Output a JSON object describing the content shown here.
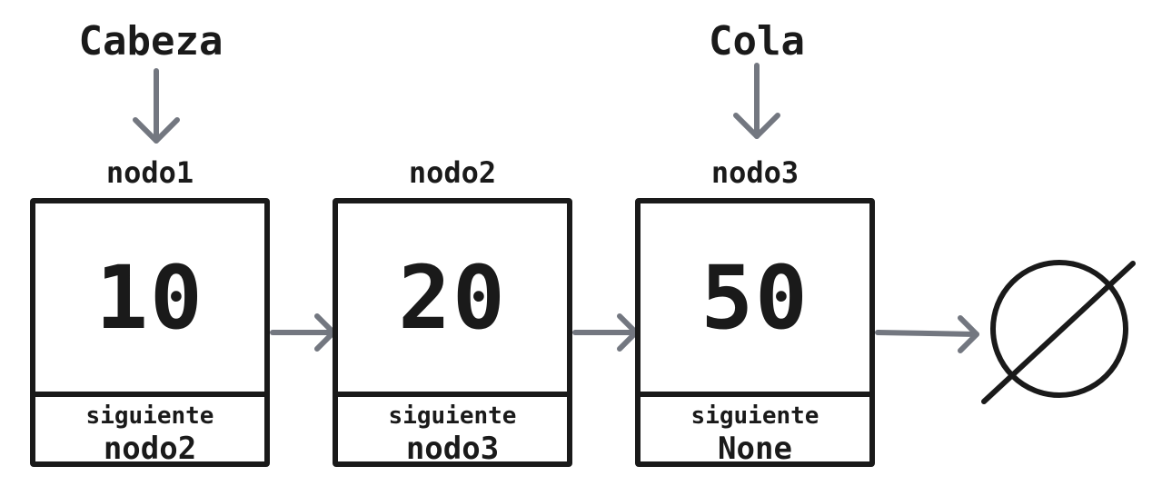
{
  "pointers": {
    "head_label": "Cabeza",
    "tail_label": "Cola"
  },
  "nodes": [
    {
      "name": "nodo1",
      "value": "10",
      "next_label": "siguiente",
      "next_value": "nodo2"
    },
    {
      "name": "nodo2",
      "value": "20",
      "next_label": "siguiente",
      "next_value": "nodo3"
    },
    {
      "name": "nodo3",
      "value": "50",
      "next_label": "siguiente",
      "next_value": "None"
    }
  ],
  "colors": {
    "box_border": "#1a1a1a",
    "arrow": "#737780",
    "text": "#1a1a1a",
    "null_symbol": "#1a1a1a"
  }
}
